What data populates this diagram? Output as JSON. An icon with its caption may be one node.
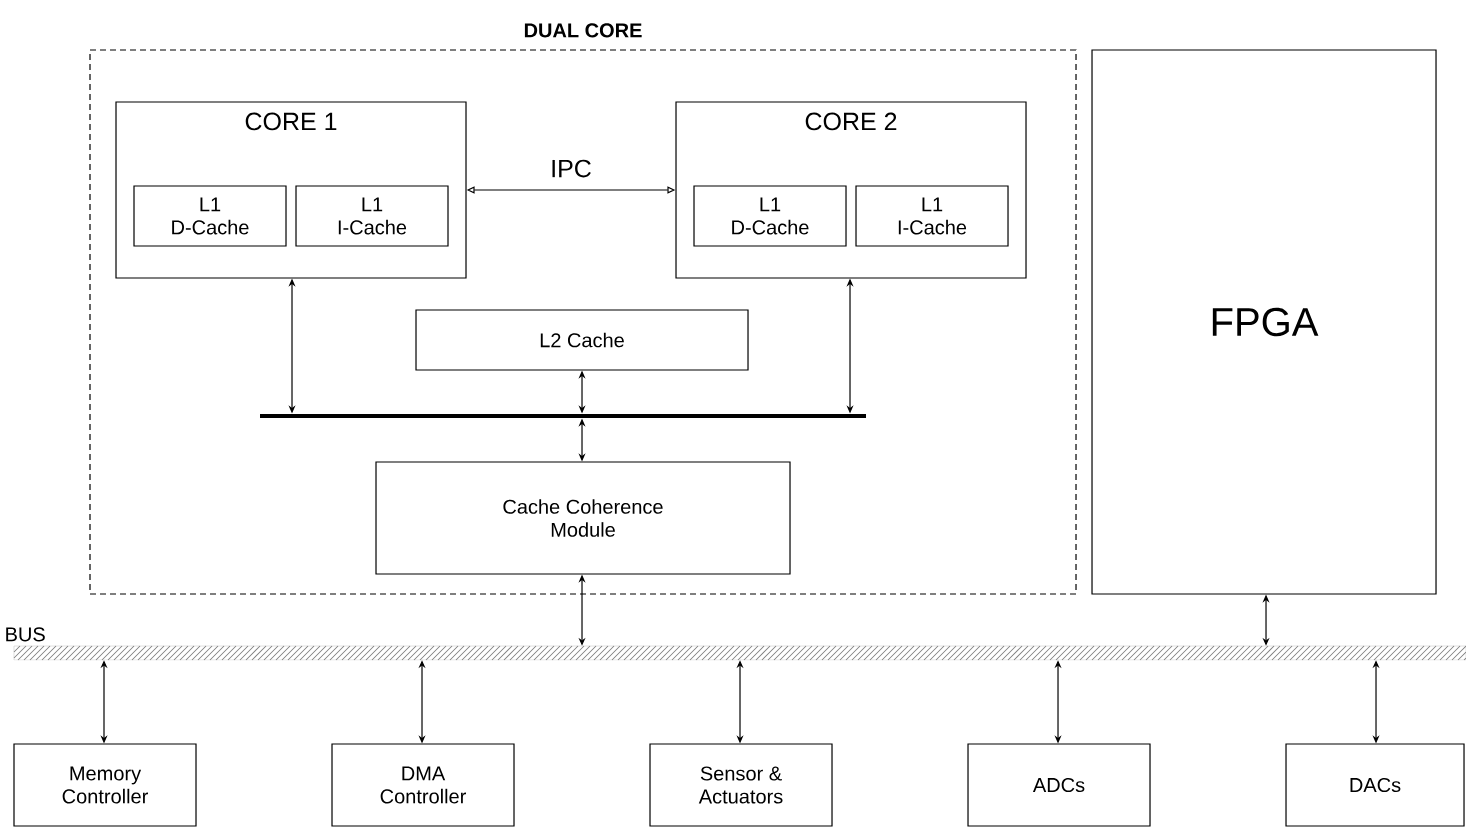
{
  "diagram": {
    "nodes": [
      {
        "text": [
          "DUAL CORE"
        ]
      },
      {
        "text": [
          "CORE 1"
        ],
        "in": 0
      },
      {
        "text": [
          "L1 D-Cache"
        ],
        "in": 1
      },
      {
        "text": [
          "L1 I-Cache"
        ],
        "in": 1
      },
      {
        "text": [
          "CORE 2"
        ],
        "in": 0
      },
      {
        "text": [
          "L1 D-Cache"
        ],
        "in": 4
      },
      {
        "text": [
          "L1 I-Cache"
        ],
        "in": 4
      },
      {
        "text": [
          "L2 Cache"
        ],
        "in": 0
      },
      {
        "text": [],
        "shape": "bar",
        "in": 0
      },
      {
        "text": [
          "Cache Coherence Module"
        ],
        "in": 0
      },
      {
        "text": [
          "FPGA"
        ]
      },
      {
        "text": [
          "BUS"
        ]
      },
      {
        "text": [
          "Memory Controller"
        ]
      },
      {
        "text": [
          "DMA Controller"
        ]
      },
      {
        "text": [
          "Sensor & Actuators"
        ]
      },
      {
        "text": [
          "ADCs"
        ]
      },
      {
        "text": [
          "DACs"
        ]
      }
    ],
    "edges": [
      {
        "from": 1,
        "to": 4,
        "arrow": "both",
        "label": "IPC"
      },
      {
        "from": 1,
        "to": 8,
        "arrow": "both"
      },
      {
        "from": 4,
        "to": 8,
        "arrow": "both"
      },
      {
        "from": 7,
        "to": 8,
        "arrow": "both"
      },
      {
        "from": 8,
        "to": 9,
        "arrow": "both"
      },
      {
        "from": 9,
        "to": 11,
        "arrow": "both"
      },
      {
        "from": 10,
        "to": 11,
        "arrow": "both"
      },
      {
        "from": 11,
        "to": 12,
        "arrow": "both"
      },
      {
        "from": 11,
        "to": 13,
        "arrow": "both"
      },
      {
        "from": 11,
        "to": 14,
        "arrow": "both"
      },
      {
        "from": 11,
        "to": 15,
        "arrow": "both"
      },
      {
        "from": 11,
        "to": 16,
        "arrow": "both"
      }
    ]
  }
}
